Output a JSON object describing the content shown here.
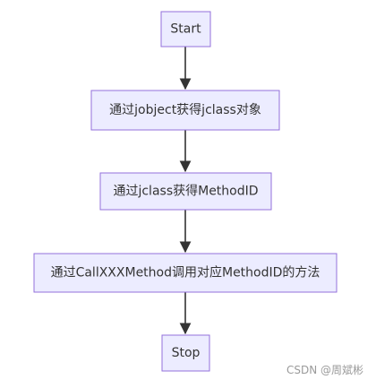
{
  "diagram": {
    "type": "flowchart",
    "direction": "top-to-bottom",
    "colors": {
      "node_fill": "#ececff",
      "node_stroke": "#9370db",
      "text": "#333333",
      "edge": "#333333"
    },
    "nodes": [
      {
        "id": "start",
        "label": "Start"
      },
      {
        "id": "step1",
        "label": "通过jobject获得jclass对象"
      },
      {
        "id": "step2",
        "label": "通过jclass获得MethodID"
      },
      {
        "id": "step3",
        "label": "通过CallXXXMethod调用对应MethodID的方法"
      },
      {
        "id": "stop",
        "label": "Stop"
      }
    ],
    "edges": [
      {
        "from": "start",
        "to": "step1"
      },
      {
        "from": "step1",
        "to": "step2"
      },
      {
        "from": "step2",
        "to": "step3"
      },
      {
        "from": "step3",
        "to": "stop"
      }
    ]
  },
  "watermark": {
    "text": "CSDN @周斌彬"
  }
}
